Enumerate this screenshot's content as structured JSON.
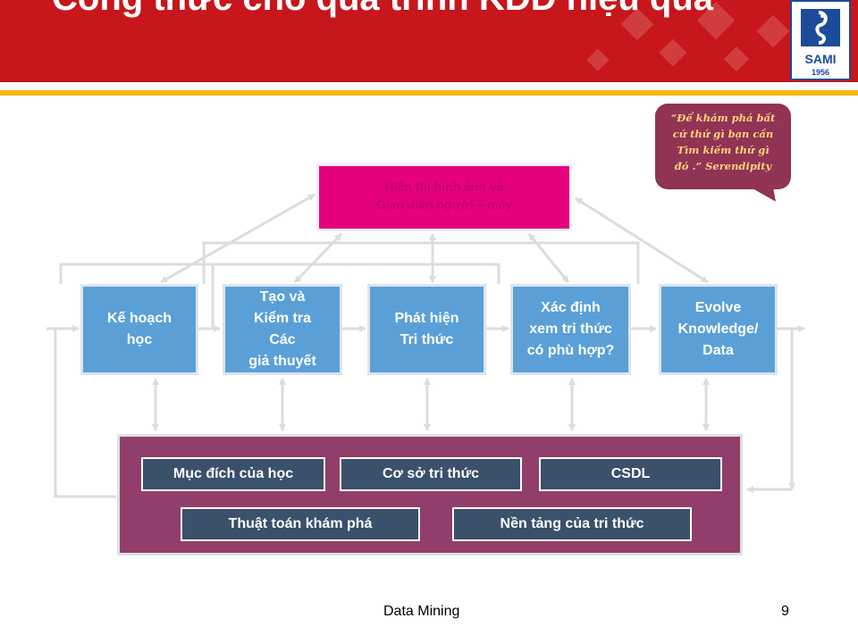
{
  "header": {
    "title": "Công thức cho quá trình KDD hiệu quả",
    "logo": {
      "name": "SAMI",
      "year": "1956"
    }
  },
  "callout": {
    "lines": [
      "“Để khám phá bất",
      "cứ thứ gì bạn cần",
      "Tìm  kiếm thứ gì",
      "đó .” Serendipity"
    ]
  },
  "top_box": {
    "lines": [
      "Hiển thị hình ảnh và",
      "Giao diện người – máy"
    ]
  },
  "steps": [
    {
      "label": "Kế hoạch\nhọc"
    },
    {
      "label": "Tạo và\nKiểm tra\nCác\ngiả thuyết"
    },
    {
      "label": "Phát hiện\nTri thức"
    },
    {
      "label": "Xác định\nxem tri thức\ncó phù hợp?"
    },
    {
      "label": "Evolve\nKnowledge/\nData"
    }
  ],
  "panel": {
    "chips": [
      "Mục đích của học",
      "Cơ sở tri thức",
      "CSDL",
      "Thuật toán khám phá",
      "Nền tảng của tri thức"
    ]
  },
  "colors": {
    "header_red": "#c7161c",
    "accent_gold": "#f2b700",
    "top_box_magenta": "#e5007e",
    "step_blue": "#5aa0d7",
    "panel_purple": "#913e6a",
    "chip_slate": "#3a506b",
    "callout_plum": "#913355",
    "arrow_gray": "#dcdcdc"
  },
  "footer": {
    "label": "Data Mining",
    "page": "9"
  }
}
